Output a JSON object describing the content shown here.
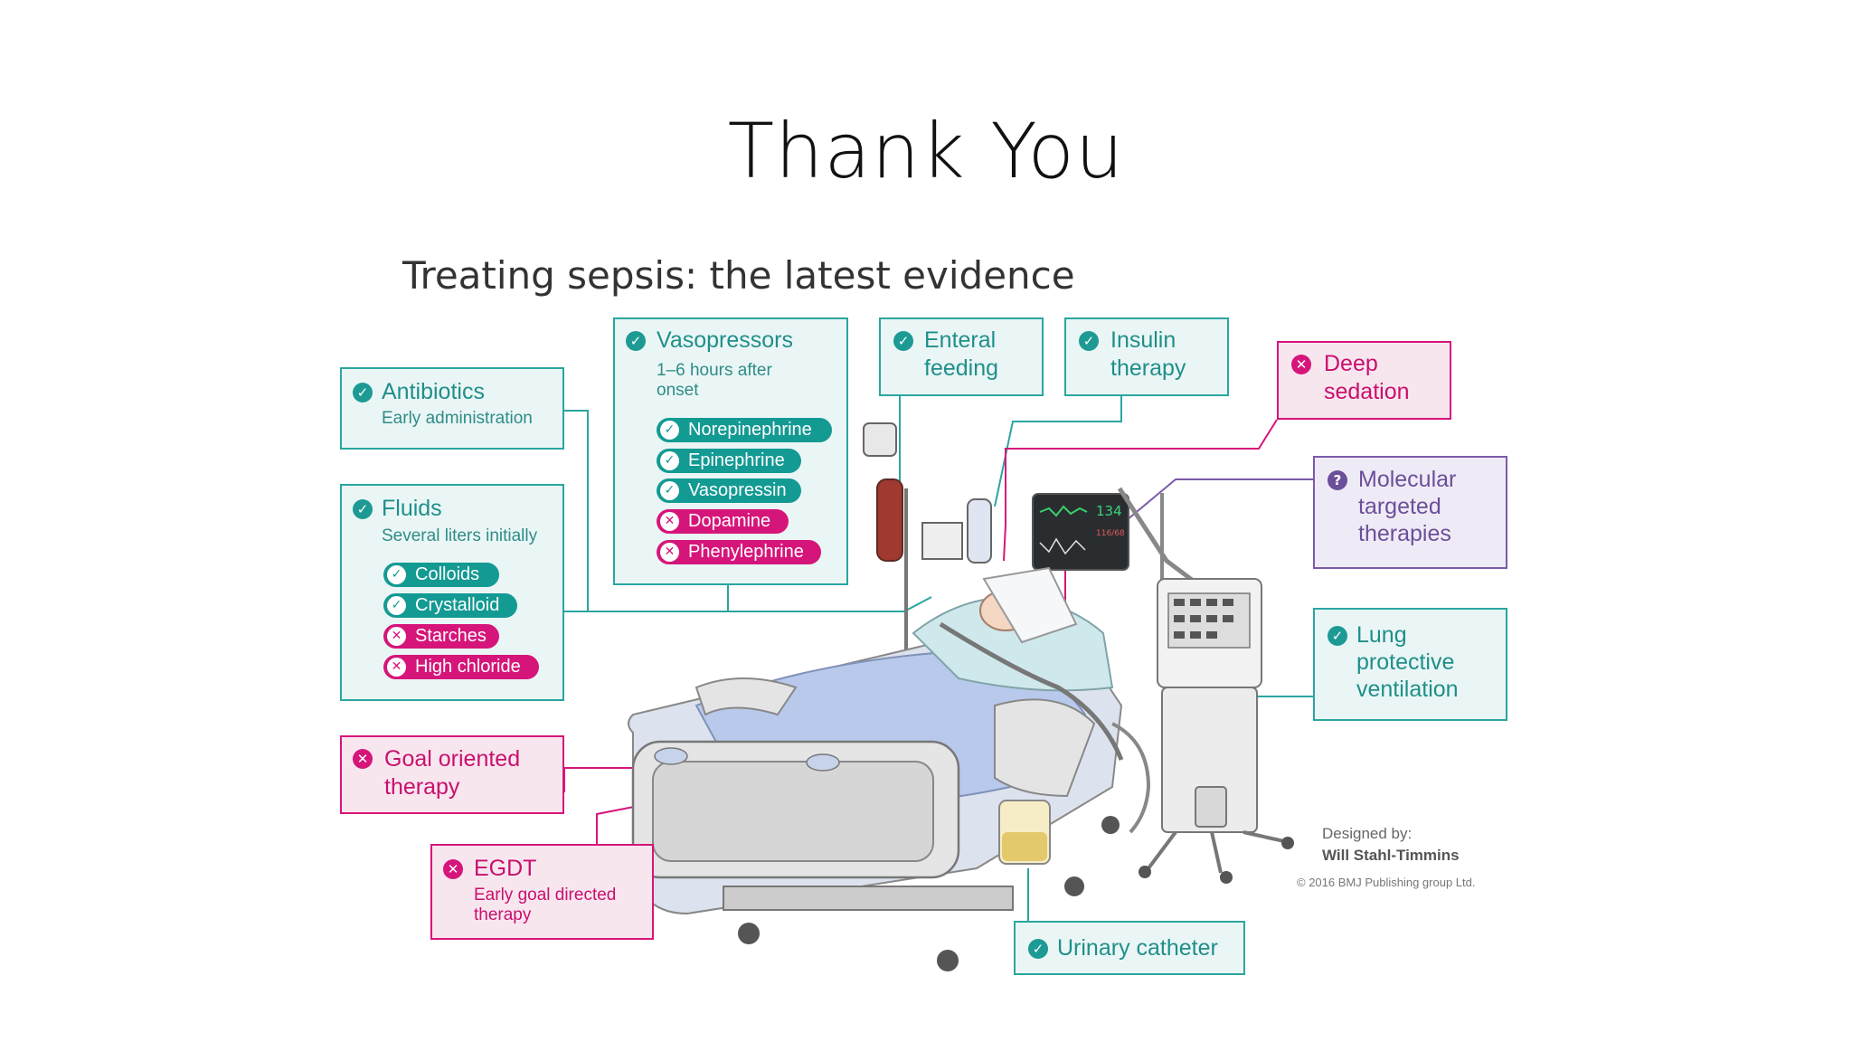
{
  "slide": {
    "title": "Thank You"
  },
  "figure": {
    "title": "Treating sepsis: the latest evidence",
    "antibiotics": {
      "heading": "Antibiotics",
      "sub": "Early administration"
    },
    "fluids": {
      "heading": "Fluids",
      "sub": "Several liters initially",
      "items": [
        "Colloids",
        "Crystalloid",
        "Starches",
        "High chloride"
      ]
    },
    "vasopressors": {
      "heading": "Vasopressors",
      "sub1": "1–6 hours after",
      "sub2": "onset",
      "items": [
        "Norepinephrine",
        "Epinephrine",
        "Vasopressin",
        "Dopamine",
        "Phenylephrine"
      ]
    },
    "enteral": {
      "line1": "Enteral",
      "line2": "feeding"
    },
    "insulin": {
      "line1": "Insulin",
      "line2": "therapy"
    },
    "sedation": {
      "line1": "Deep",
      "line2": "sedation"
    },
    "molecular": {
      "line1": "Molecular",
      "line2": "targeted",
      "line3": "therapies"
    },
    "lung": {
      "line1": "Lung",
      "line2": "protective",
      "line3": "ventilation"
    },
    "goal": {
      "line1": "Goal oriented",
      "line2": "therapy"
    },
    "egdt": {
      "heading": "EGDT",
      "sub1": "Early goal directed",
      "sub2": "therapy"
    },
    "urinary": {
      "heading": "Urinary catheter"
    },
    "monitor": {
      "hr": "134",
      "bp": "116/68"
    },
    "credit": {
      "line1": "Designed by:",
      "line2": "Will Stahl-Timmins",
      "copyright": "© 2016 BMJ Publishing group Ltd."
    }
  },
  "colors": {
    "teal": "#2aa6a0",
    "pink": "#d6157a",
    "purple": "#7a5aa8"
  },
  "icons": {
    "recommended": "check-circle-icon",
    "not_recommended": "x-circle-icon",
    "uncertain": "question-circle-icon"
  }
}
